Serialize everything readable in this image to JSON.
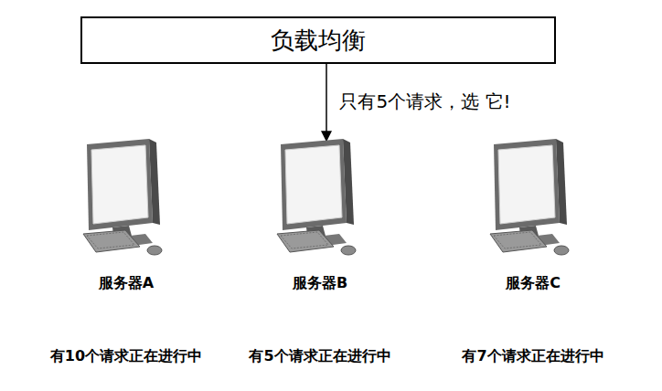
{
  "diagram": {
    "nodes": [
      {
        "text": [
          "负载均衡"
        ]
      },
      {
        "text": [
          "服务器A",
          "有10个请求正在进行中"
        ]
      },
      {
        "text": [
          "服务器B",
          "有5个请求正在进行中"
        ]
      },
      {
        "text": [
          "服务器C",
          "有7个请求正在进行中"
        ]
      }
    ],
    "edges": [
      {
        "from": 0,
        "to": 2,
        "arrow": "to",
        "label": "只有5个请求，选 它!"
      }
    ]
  }
}
